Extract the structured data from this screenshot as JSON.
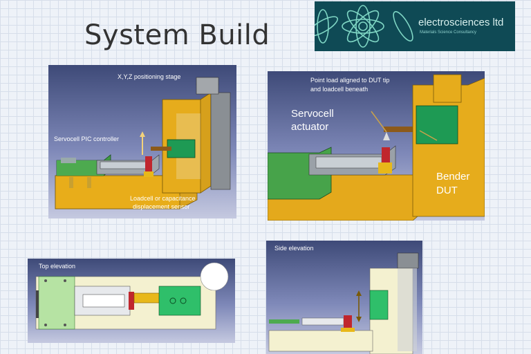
{
  "slide": {
    "title": "System Build"
  },
  "logo": {
    "name": "electrosciences ltd",
    "tagline": "Materials Science Consultancy"
  },
  "panel1": {
    "label_stage": "X,Y,Z positioning stage",
    "label_controller": "Servocell PIC controller",
    "label_sensor_1": "Loadcell or capacitance",
    "label_sensor_2": "displacement sensor"
  },
  "panel2": {
    "label_point_1": "Point load aligned to DUT tip",
    "label_point_2": "and loadcell beneath",
    "label_actuator_1": "Servocell",
    "label_actuator_2": "actuator",
    "label_bender_1": "Bender",
    "label_bender_2": "DUT"
  },
  "panel3": {
    "label": "Top elevation"
  },
  "panel4": {
    "label": "Side elevation"
  }
}
